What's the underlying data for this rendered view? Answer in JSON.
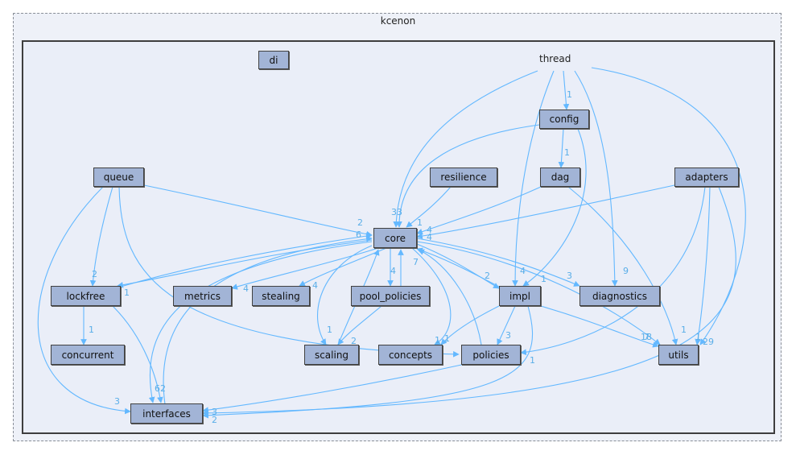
{
  "outer_label": "kcenon",
  "thread_label": "thread",
  "nodes": {
    "di": "di",
    "config": "config",
    "dag": "dag",
    "resilience": "resilience",
    "queue": "queue",
    "adapters": "adapters",
    "core": "core",
    "lockfree": "lockfree",
    "metrics": "metrics",
    "stealing": "stealing",
    "pool_policies": "pool_policies",
    "impl": "impl",
    "diagnostics": "diagnostics",
    "concurrent": "concurrent",
    "scaling": "scaling",
    "concepts": "concepts",
    "policies": "policies",
    "utils": "utils",
    "interfaces": "interfaces"
  },
  "edge_labels": {
    "thread_config": "1",
    "config_dag": "1",
    "queue_core": "2",
    "core_in_a": "33",
    "core_in_b": "1",
    "core_in_c": "4",
    "core_in_d": "4",
    "core_in_e": "6",
    "queue_lockfree": "2",
    "core_lockfree": "1",
    "core_metrics": "4",
    "core_stealing": "4",
    "core_pool_policies": "4",
    "pool_core": "7",
    "impl_core": "4",
    "core_impl": "2",
    "core_diagnostics": "3",
    "core_utils": "1",
    "thread_diagnostics": "9",
    "lockfree_concurrent": "1",
    "core_scaling": "1",
    "pool_scaling": "2",
    "impl_concepts": "1",
    "core_concepts": "1",
    "impl_policies": "3",
    "impl_utils": "7",
    "impl_utils_b": "18",
    "adapters_utils": "1",
    "thread_utils": "1",
    "utils_count": "29",
    "queue_interfaces": "3",
    "interfaces_in": "62",
    "impl_interfaces": "1",
    "interfaces_right_a": "3",
    "interfaces_right_b": "2"
  },
  "colors": {
    "edge": "#63b8ff",
    "node_fill": "#a2b4d6",
    "node_border": "#404040",
    "background": "#eaeef8"
  }
}
